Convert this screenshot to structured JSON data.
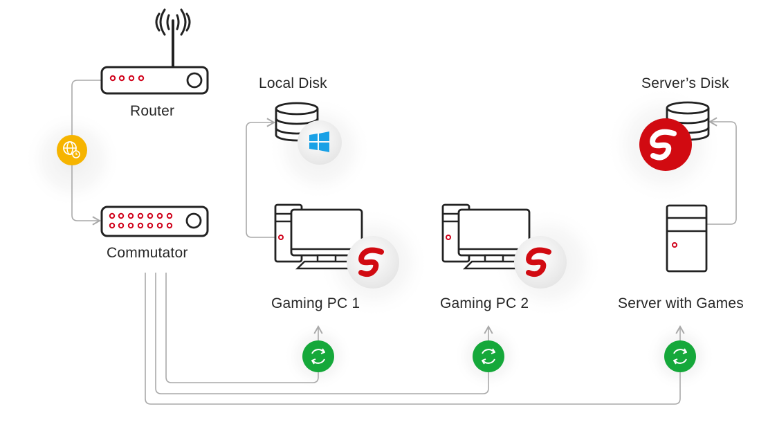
{
  "nodes": {
    "router": {
      "label": "Router"
    },
    "commutator": {
      "label": "Commutator"
    },
    "local_disk": {
      "label": "Local Disk"
    },
    "servers_disk": {
      "label": "Server’s Disk"
    },
    "gaming_pc_1": {
      "label": "Gaming PC 1"
    },
    "gaming_pc_2": {
      "label": "Gaming PC 2"
    },
    "server_with_games": {
      "label": "Server with Games"
    }
  },
  "colors": {
    "line": "#a9a9a9",
    "device_stroke": "#222222",
    "led": "#d0021b",
    "brand": "#d10a11",
    "globe_badge": "#f6b400",
    "sync_badge": "#15a83a",
    "windows_blue": "#1aa1e6"
  },
  "icons": {
    "router": "router-icon",
    "commutator": "switch-icon",
    "internet": "globe-clock-icon",
    "disk": "database-icon",
    "os": "windows-logo-icon",
    "brand": "s-logo-icon",
    "pc": "desktop-pc-icon",
    "server": "server-tower-icon",
    "sync": "sync-icon"
  }
}
